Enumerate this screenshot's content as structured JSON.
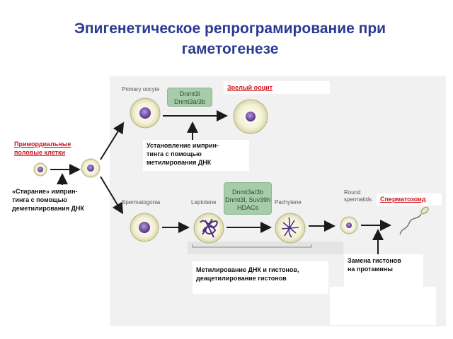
{
  "title": "Эпигенетическое репрограмирование при гаметогенезе",
  "stages": {
    "primary_oocyte": "Primary oocyte",
    "spermatogonia": "Spermatogonia",
    "leptotene": "Leptotene",
    "pachytene": "Pachytene",
    "round_spermatids_1": "Round",
    "round_spermatids_2": "spermatids"
  },
  "enzymes": {
    "oocyte_1": "Dnmt3l",
    "oocyte_2": "Dnmt3a/3b",
    "sperm_1": "Dnmt3a/3b",
    "sperm_2": "Dnmt3l, Suv39h",
    "sperm_3": "HDACs"
  },
  "labels": {
    "mature_oocyte": "Зрелый ооцит",
    "primordial_1": "Примордиальные",
    "primordial_2": "половые клетки",
    "spermatozoon": "Сперматозоид"
  },
  "notes": {
    "erasure_1": "«Стирание» имприн-",
    "erasure_2": "тинга с помощью",
    "erasure_3": "деметилирования ДНК",
    "establish_1": "Установление  имприн-",
    "establish_2": "тинга с помощью",
    "establish_3": "метилирования ДНК",
    "methylation_1": "Метилирование ДНК и гистонов,",
    "methylation_2": "деацетилирование гистонов",
    "protamine_1": "Замена гистонов",
    "protamine_2": "на протамины"
  },
  "colors": {
    "title": "#2a3a92",
    "accent_red": "#d0141c",
    "enzyme_box": "#a6cca9",
    "cell_nucleus": "#6a4a9c",
    "arrow": "#1a1a1a"
  }
}
